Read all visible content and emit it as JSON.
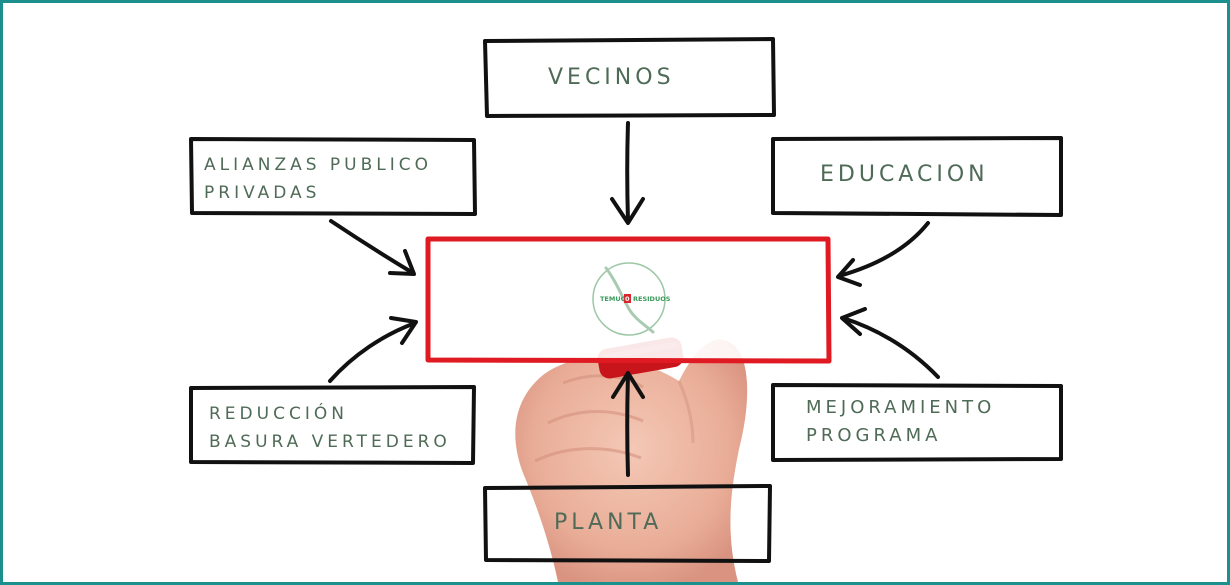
{
  "nodes": {
    "vecinos": "VECINOS",
    "alianzas": [
      "ALIANZAS PUBLICO",
      "PRIVADAS"
    ],
    "educacion": "EDUCACION",
    "reduccion": [
      "REDUCCIÓN",
      "BASURA VERTEDERO"
    ],
    "mejoramiento": [
      "MEJORAMIENTO",
      "PROGRAMA"
    ],
    "planta": "PLANTA"
  },
  "center_logo": {
    "left_text": "TEMUCO",
    "badge": "0",
    "right_text": "RESIDUOS"
  },
  "colors": {
    "label": "#4f6b57",
    "center_box": "#e01a22",
    "frame": "#1a8f8c",
    "logo_green": "#3a9a5a",
    "logo_red": "#d8262c"
  }
}
